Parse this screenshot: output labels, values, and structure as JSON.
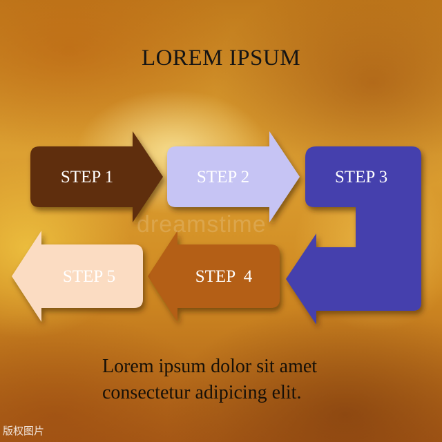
{
  "title": "LOREM IPSUM",
  "steps": [
    {
      "label": "STEP 1",
      "color": "#5e2d0c"
    },
    {
      "label": "STEP 2",
      "color": "#c6c4f4"
    },
    {
      "label": "STEP 3",
      "color": "#4440ad"
    },
    {
      "label": "STEP  4",
      "color": "#b45e12"
    },
    {
      "label": "STEP 5",
      "color": "#fbdcc2"
    }
  ],
  "caption": {
    "line1": "Lorem ipsum dolor sit amet",
    "line2": "consectetur adipicing elit."
  },
  "watermark": "dreamstime",
  "copyright": "版权图片"
}
